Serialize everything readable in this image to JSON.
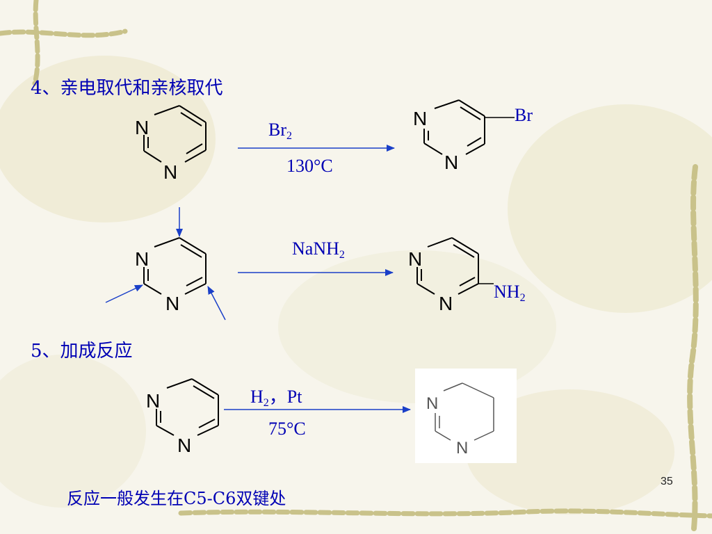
{
  "headings": {
    "substitution": "4、亲电取代和亲核取代",
    "addition": "5、加成反应"
  },
  "atom_label": "N",
  "reactions": {
    "bromination": {
      "reagent": "Br",
      "reagent_sub": "2",
      "condition": "130°C",
      "substituent": "Br"
    },
    "amination": {
      "reagent": "NaNH",
      "reagent_sub": "2",
      "substituent": "NH",
      "substituent_sub": "2"
    },
    "hydrogenation": {
      "reagent": "H",
      "reagent_sub": "2",
      "reagent_tail": "，Pt",
      "condition": "75°C"
    }
  },
  "note": "反应一般发生在C5-C6双键处",
  "page_number": "35",
  "colors": {
    "text": "#0000b4",
    "arrow": "#1a3fc8",
    "bond": "#000000",
    "background": "#f7f5ec",
    "vine": "#c9c28a"
  }
}
